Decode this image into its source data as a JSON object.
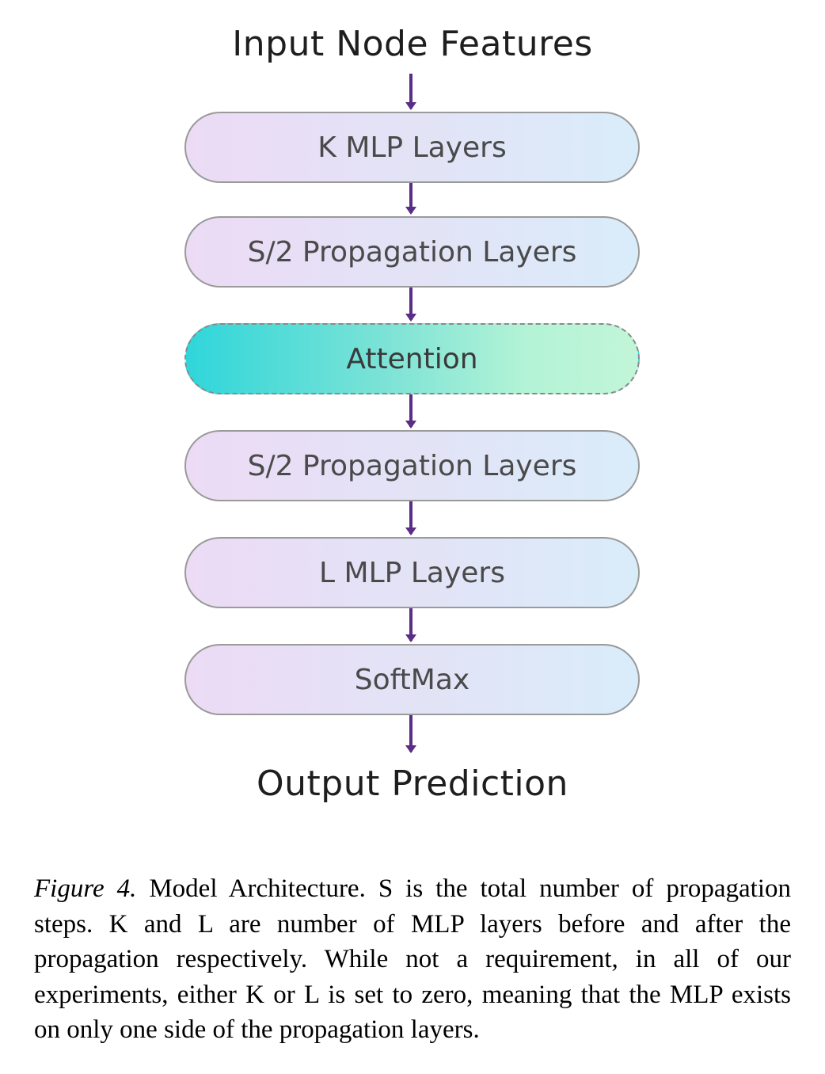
{
  "diagram": {
    "input_label": "Input Node Features",
    "output_label": "Output Prediction",
    "nodes": [
      {
        "label": "K MLP Layers",
        "style": "layer"
      },
      {
        "label": "S/2 Propagation Layers",
        "style": "layer"
      },
      {
        "label": "Attention",
        "style": "attention"
      },
      {
        "label": "S/2 Propagation Layers",
        "style": "layer"
      },
      {
        "label": "L MLP Layers",
        "style": "layer"
      },
      {
        "label": "SoftMax",
        "style": "layer"
      }
    ],
    "colors": {
      "arrow": "#5a2d86",
      "node_border": "#9a9a9a",
      "layer_fill_start": "#ecdbf5",
      "layer_fill_end": "#d9ecfa",
      "attention_fill_start": "#2fd6da",
      "attention_fill_end": "#c2f5d8"
    }
  },
  "caption": {
    "figure_label": "Figure 4.",
    "text": "Model Architecture. S is the total number of propagation steps.  K and L are number of MLP layers before and after the propagation respectively. While not a requirement, in all of our experiments, either K or L is set to zero, meaning that the MLP exists on only one side of the propagation layers."
  }
}
